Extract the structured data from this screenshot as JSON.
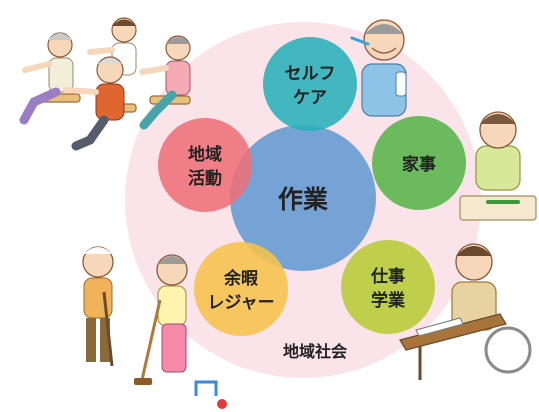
{
  "diagram": {
    "center_label": "作業",
    "outer_label": "地域社会",
    "nodes": [
      {
        "id": "selfcare",
        "lines": [
          "セルフ",
          "ケア"
        ],
        "color": "#28b0b8"
      },
      {
        "id": "housework",
        "lines": [
          "家事"
        ],
        "color": "#56b54a"
      },
      {
        "id": "work-study",
        "lines": [
          "仕事",
          "学業"
        ],
        "color": "#b6cc34"
      },
      {
        "id": "leisure",
        "lines": [
          "余暇",
          "レジャー"
        ],
        "color": "#f6c24b"
      },
      {
        "id": "community",
        "lines": [
          "地域",
          "活動"
        ],
        "color": "#ee6f78"
      }
    ],
    "colors": {
      "outer_circle": "#fbe3ea",
      "center_circle": "#6f9fd5",
      "text": "#222222"
    },
    "illustrations": [
      {
        "id": "exercise-group",
        "icon": "group-seated-exercise-illustration"
      },
      {
        "id": "tooth-brushing",
        "icon": "man-brushing-teeth-illustration"
      },
      {
        "id": "cooking",
        "icon": "woman-cutting-vegetables-illustration"
      },
      {
        "id": "writing",
        "icon": "man-in-wheelchair-writing-illustration"
      },
      {
        "id": "gateball",
        "icon": "gateball-players-illustration"
      }
    ]
  }
}
